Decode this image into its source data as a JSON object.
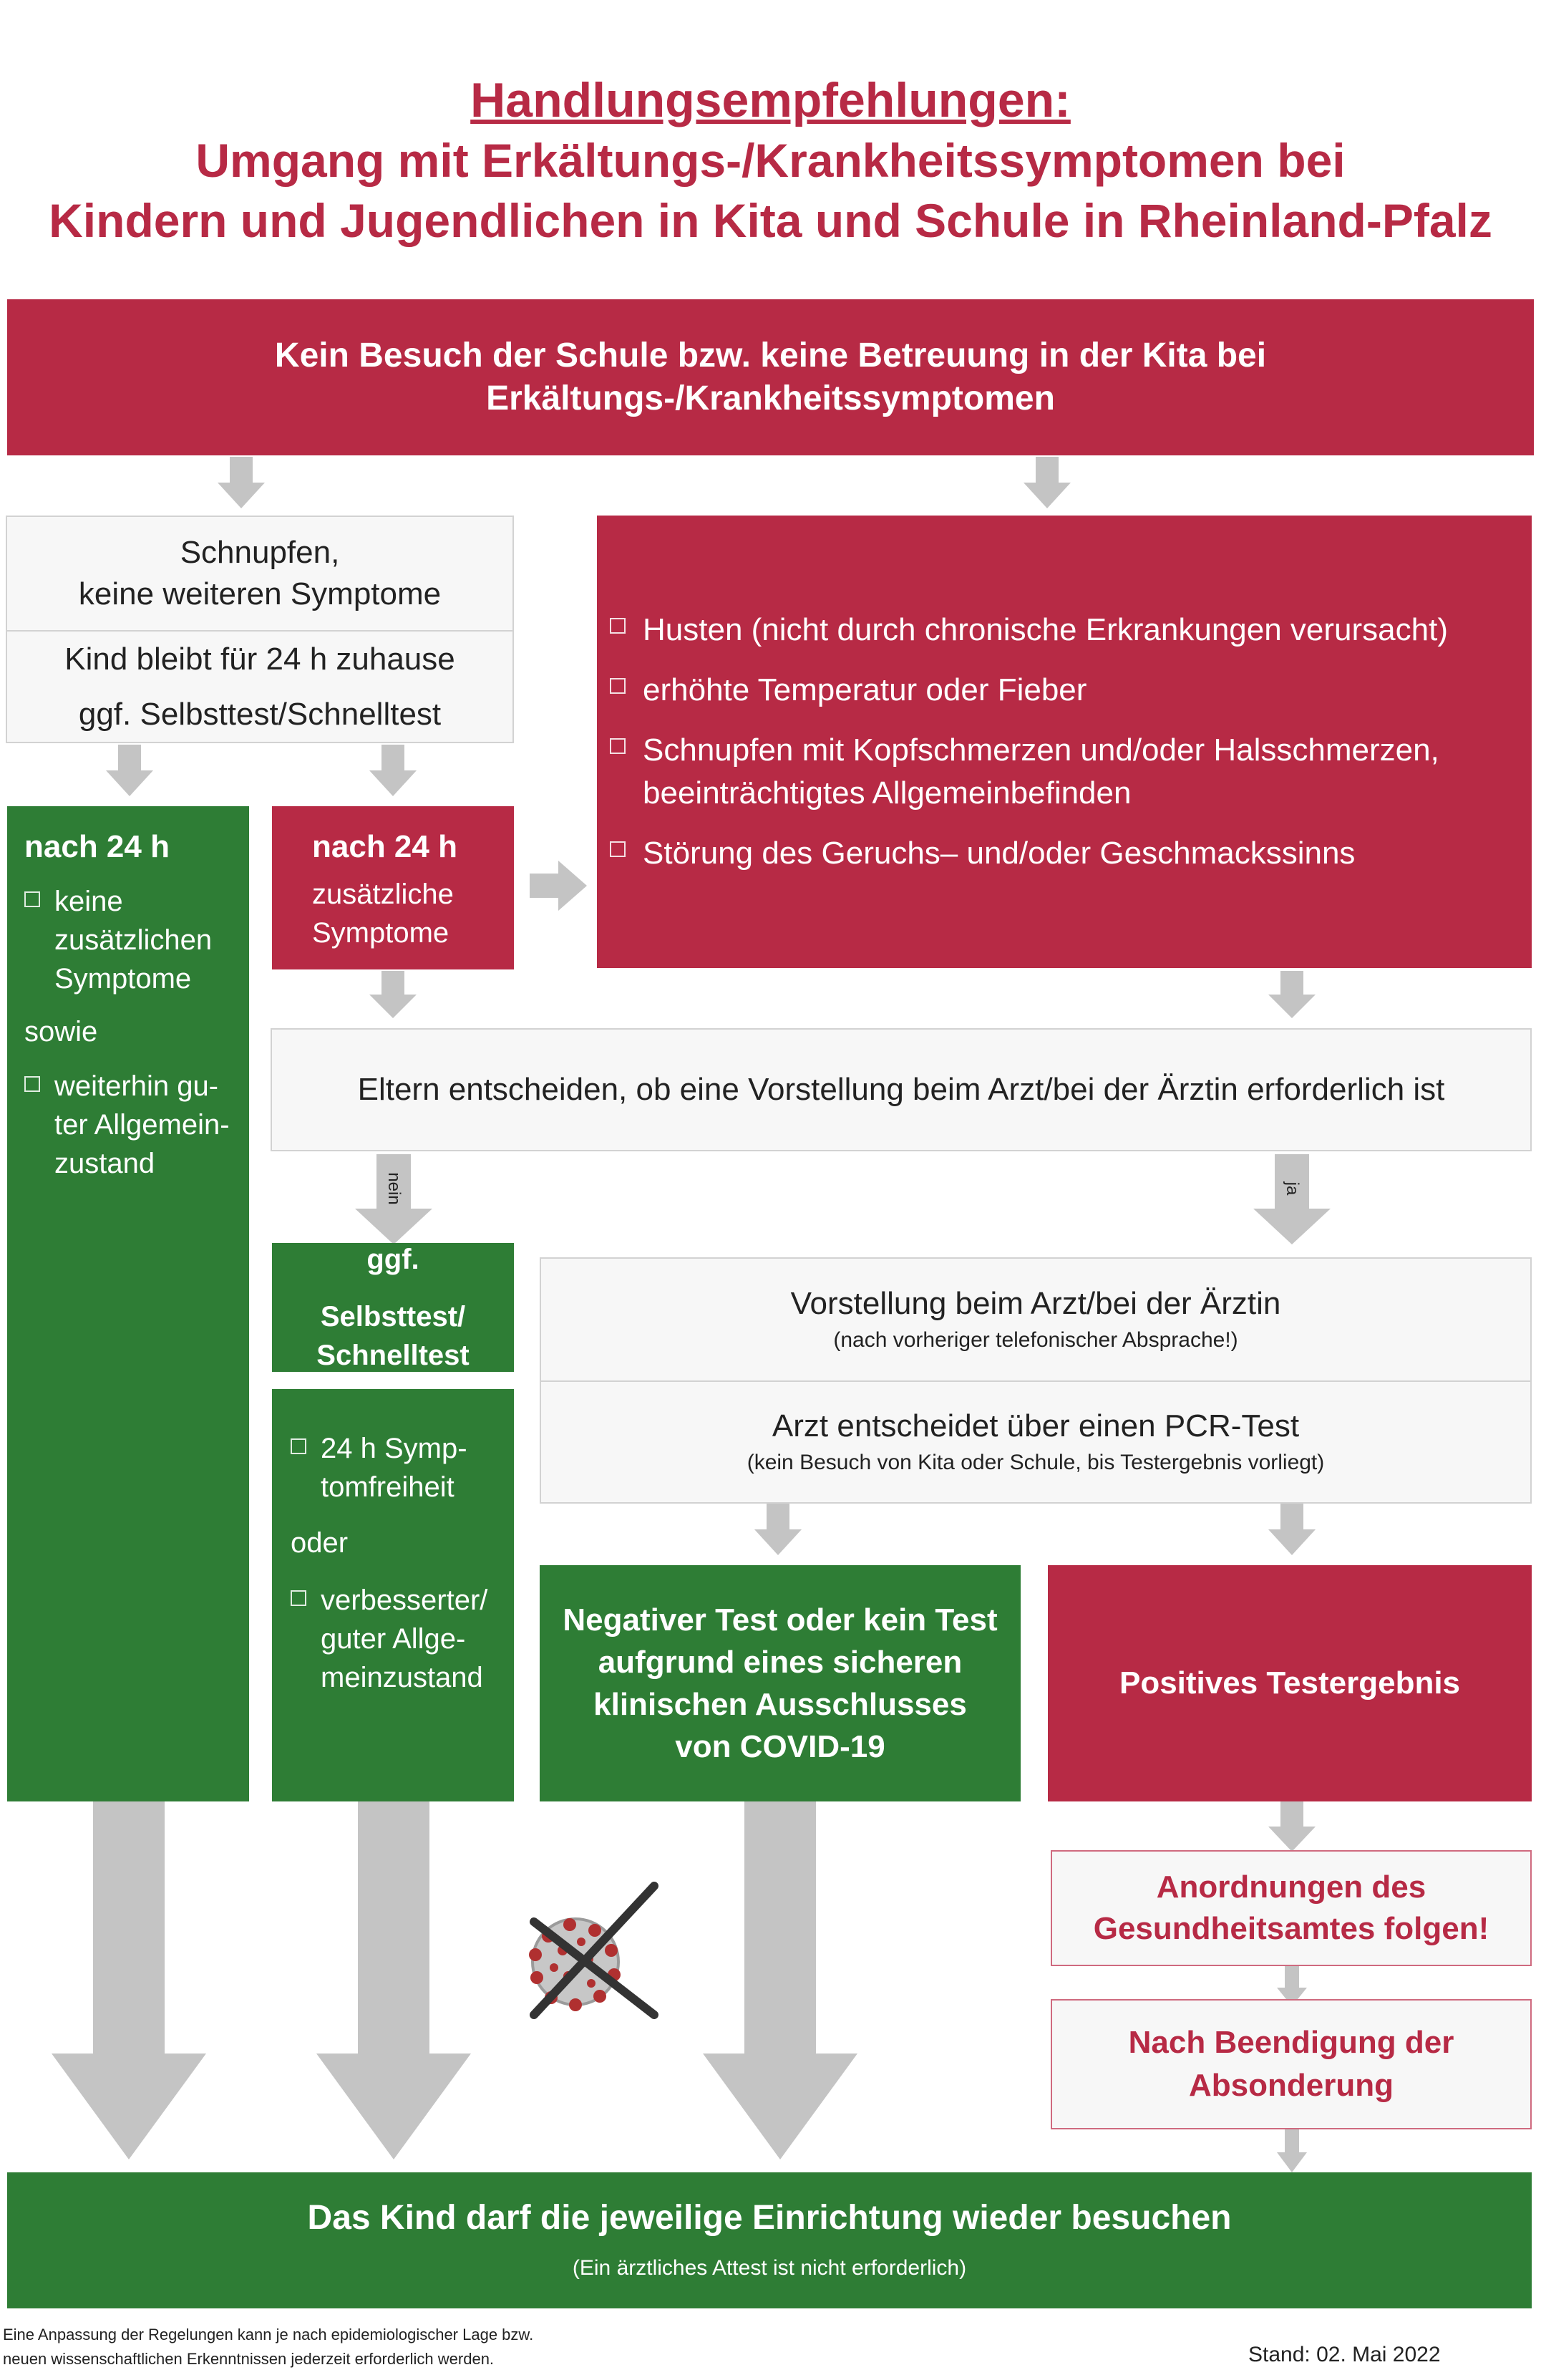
{
  "title": {
    "line1": "Handlungsempfehlungen:",
    "line2": "Umgang mit Erkältungs-/Krankheitssymptomen bei",
    "line3": "Kindern und Jugendlichen in Kita und Schule in Rheinland-Pfalz"
  },
  "top_box": {
    "line1": "Kein Besuch der Schule bzw. keine Betreuung in der Kita bei",
    "line2": "Erkältungs-/Krankheitssymptomen"
  },
  "schnupfen_box": {
    "line1": "Schnupfen,",
    "line2": "keine weiteren Symptome",
    "row2": "Kind bleibt für 24 h zuhause",
    "row3": "ggf. Selbsttest/Schnelltest"
  },
  "symptoms_box": {
    "items": [
      "Husten (nicht durch chronische Erkrankungen verursacht)",
      "erhöhte Temperatur oder Fieber",
      "Schnupfen mit Kopfschmerzen und/oder Halsschmerzen,",
      "beeinträchtigtes Allgemeinbefinden",
      "Störung des Geruchs– und/oder Geschmackssinns"
    ]
  },
  "green_left": {
    "heading": "nach 24 h",
    "item1_l1": "keine",
    "item1_l2": "zusätzlichen",
    "item1_l3": "Symptome",
    "connector": "sowie",
    "item2_l1": "weiterhin gu-",
    "item2_l2": "ter Allgemein-",
    "item2_l3": "zustand"
  },
  "red_mid": {
    "heading": "nach 24 h",
    "line1": "zusätzliche",
    "line2": "Symptome"
  },
  "parents_box": {
    "text": "Eltern entscheiden, ob eine Vorstellung beim Arzt/bei der Ärztin erforderlich ist"
  },
  "labels": {
    "nein": "nein",
    "ja": "ja"
  },
  "ggf_box": {
    "line1": "ggf.",
    "line2": "Selbsttest/",
    "line3": "Schnelltest"
  },
  "green_mid": {
    "item1_l1": "24 h Symp-",
    "item1_l2": "tomfreiheit",
    "connector": "oder",
    "item2_l1": "verbesserter/",
    "item2_l2": "guter Allge-",
    "item2_l3": "meinzustand"
  },
  "doctor_box": {
    "title": "Vorstellung beim Arzt/bei der Ärztin",
    "note": "(nach vorheriger telefonischer Absprache!)",
    "pcr_title": "Arzt entscheidet über einen PCR-Test",
    "pcr_note": "(kein Besuch von Kita oder Schule, bis Testergebnis vorliegt)"
  },
  "negative_box": {
    "line1": "Negativer Test oder kein Test",
    "line2": "aufgrund eines sicheren",
    "line3": "klinischen Ausschlusses",
    "line4": "von COVID-19"
  },
  "positive_box": {
    "text": "Positives Testergebnis"
  },
  "health_office_box": {
    "line1": "Anordnungen des",
    "line2": "Gesundheitsamtes folgen!"
  },
  "isolation_box": {
    "line1": "Nach Beendigung der",
    "line2": "Absonderung"
  },
  "final_box": {
    "title": "Das Kind darf die jeweilige Einrichtung wieder besuchen",
    "note": "(Ein ärztliches Attest ist nicht erforderlich)"
  },
  "footer": {
    "line1": "Eine Anpassung der Regelungen kann je nach epidemiologischer Lage bzw.",
    "line2": "neuen wissenschaftlichen Erkenntnissen jederzeit erforderlich werden.",
    "date": "Stand: 02. Mai 2022"
  },
  "colors": {
    "accent_red": "#b72a45",
    "green": "#2e7d35",
    "arrow_gray": "#c4c4c4",
    "light_bg": "#f7f7f7"
  },
  "icons": {
    "virus": "crossed-out-coronavirus-icon"
  }
}
